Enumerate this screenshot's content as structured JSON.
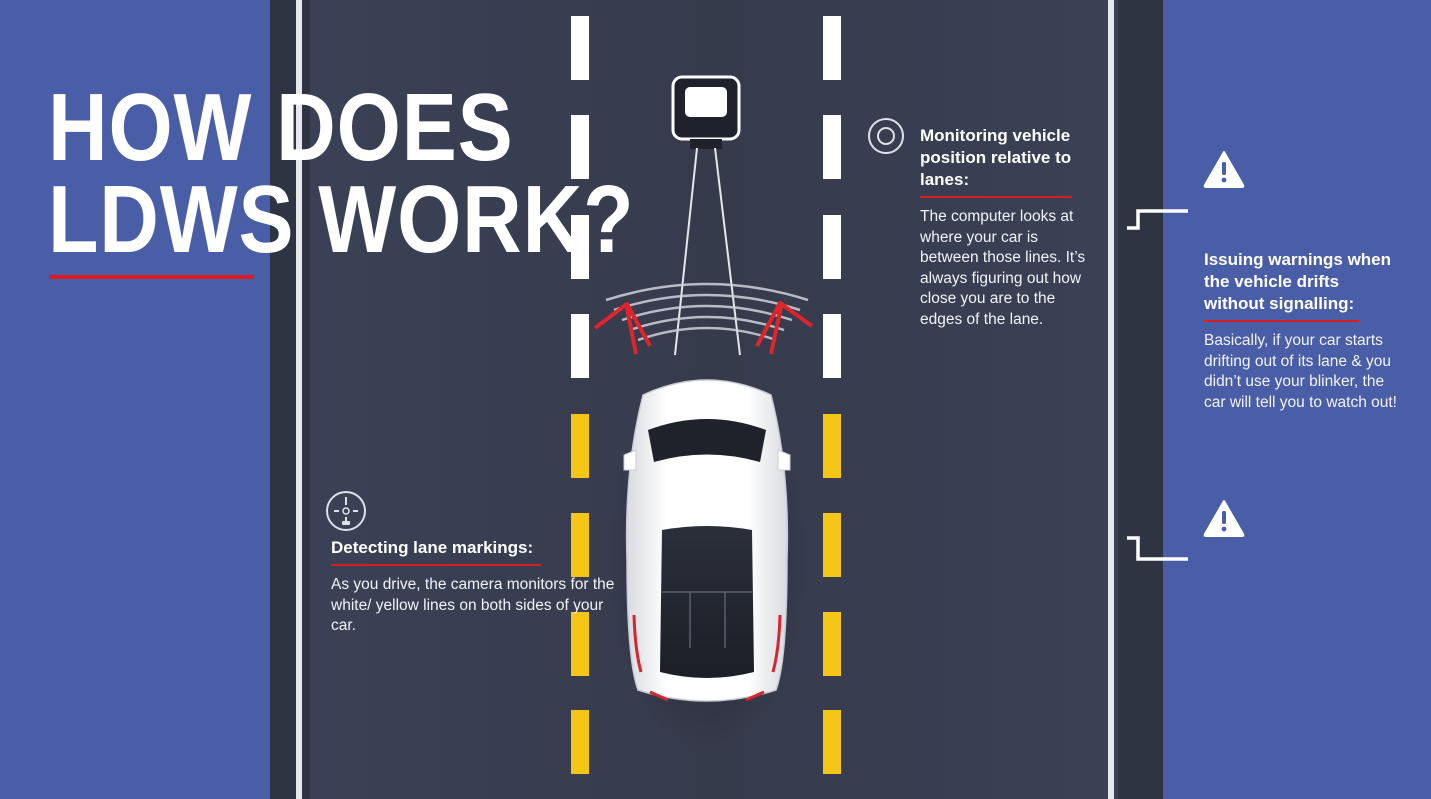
{
  "title": {
    "line1": "HOW DOES",
    "line2": "LDWS WORK?"
  },
  "features": {
    "monitoring": {
      "heading": "Monitoring vehicle position relative to lanes:",
      "body": "The computer looks at where your car is between those lines. It’s always figuring out how close you are to the edges of the lane.",
      "icon": "target-icon"
    },
    "warnings": {
      "heading": "Issuing warnings when the vehicle drifts without signalling:",
      "body": "Basically, if your car starts drifting out of its lane & you didn’t use your blinker, the car will tell you to watch out!",
      "icon": "warning-triangle-icon"
    },
    "detecting": {
      "heading": "Detecting lane markings:",
      "body": "As you drive, the camera monitors for the white/ yellow lines on both sides of your car.",
      "icon": "compass-icon"
    }
  },
  "colors": {
    "background": "#4a5ea8",
    "road": "#3a4053",
    "accent_red": "#d91c24",
    "lane_yellow": "#f5c518",
    "text": "#ffffff"
  }
}
